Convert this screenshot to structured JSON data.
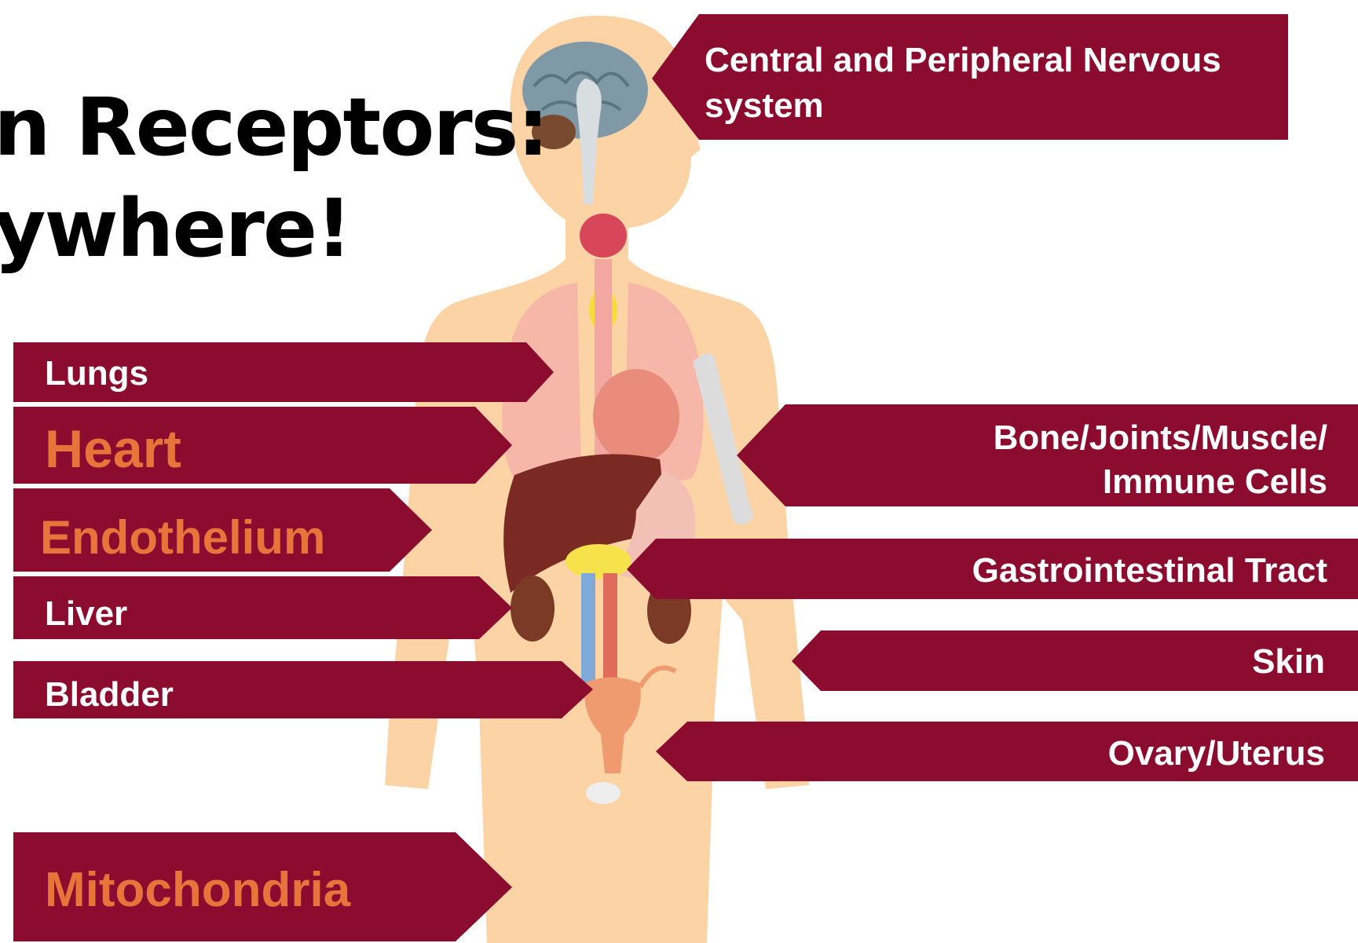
{
  "title": {
    "line1": "n Receptors:",
    "line2": "ywhere!"
  },
  "colors": {
    "banner": "#8b0c2e",
    "accent_text": "#e8743b",
    "label_text": "#ffffff",
    "skin": "#fcd3a5"
  },
  "labels": {
    "nervous_system": "Central and Peripheral Nervous system",
    "lungs": "Lungs",
    "heart": "Heart",
    "endothelium": "Endothelium",
    "liver": "Liver",
    "bladder": "Bladder",
    "mitochondria": "Mitochondria",
    "bone_joints": "Bone/Joints/Muscle/ Immune Cells",
    "gastrointestinal": "Gastrointestinal Tract",
    "skin": "Skin",
    "ovary_uterus": "Ovary/Uterus"
  }
}
